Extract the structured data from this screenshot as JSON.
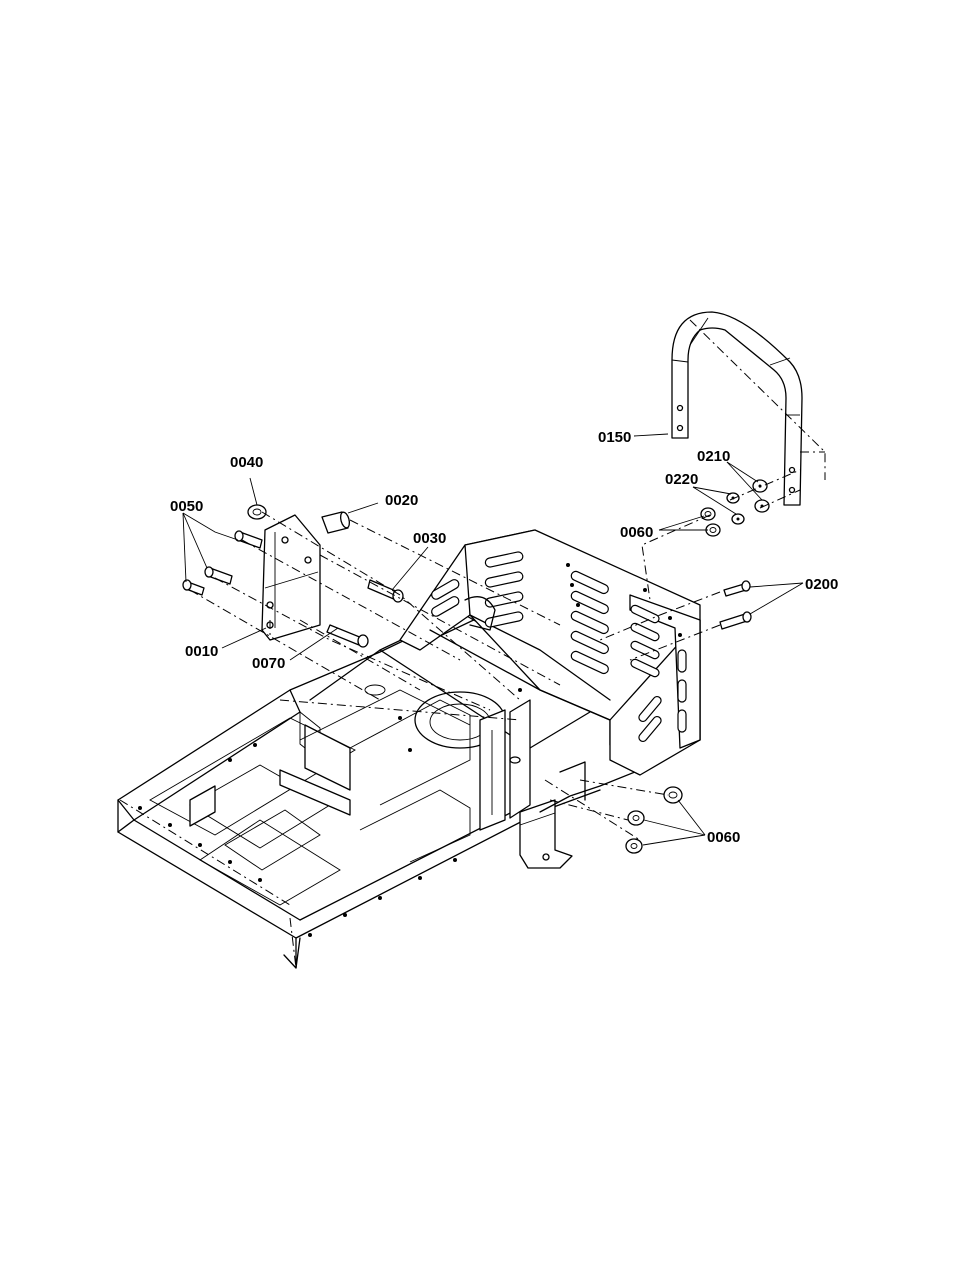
{
  "labels": {
    "p0010": "0010",
    "p0020": "0020",
    "p0030": "0030",
    "p0040": "0040",
    "p0050": "0050",
    "p0060_a": "0060",
    "p0060_b": "0060",
    "p0070": "0070",
    "p0150": "0150",
    "p0200": "0200",
    "p0210": "0210",
    "p0220": "0220"
  }
}
